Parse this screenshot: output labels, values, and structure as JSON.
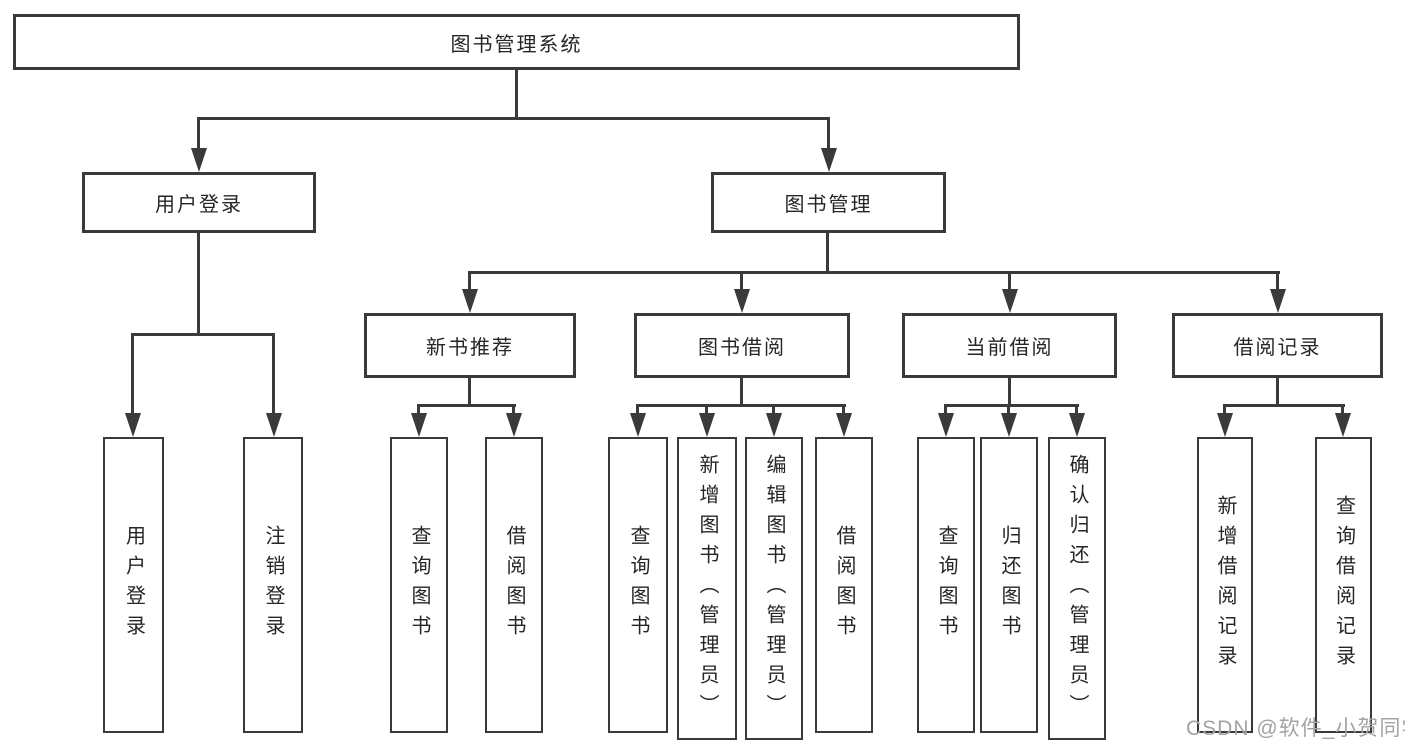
{
  "diagram": {
    "title": "图书管理系统",
    "root": {
      "label": "图书管理系统"
    },
    "level2": {
      "user_login": {
        "label": "用户登录"
      },
      "book_management": {
        "label": "图书管理"
      }
    },
    "level3": {
      "new_book_recommend": {
        "label": "新书推荐"
      },
      "book_borrow": {
        "label": "图书借阅"
      },
      "current_borrow": {
        "label": "当前借阅"
      },
      "borrow_records": {
        "label": "借阅记录"
      }
    },
    "groups": {
      "user_login": {
        "children": [
          "用户登录",
          "注销登录"
        ]
      },
      "new_book_recommend": {
        "children": [
          "查询图书",
          "借阅图书"
        ]
      },
      "book_borrow": {
        "children": [
          "查询图书",
          "新增图书（管理员）",
          "编辑图书（管理员）",
          "借阅图书"
        ]
      },
      "current_borrow": {
        "children": [
          "查询图书",
          "归还图书",
          "确认归还（管理员）"
        ]
      },
      "borrow_records": {
        "children": [
          "新增借阅记录",
          "查询借阅记录"
        ]
      }
    },
    "watermark": "CSDN @软件_小贺同学",
    "colors": {
      "line": "#3a3a3a",
      "text": "#262626",
      "watermark": "#a3a3a3",
      "background": "#ffffff"
    }
  }
}
